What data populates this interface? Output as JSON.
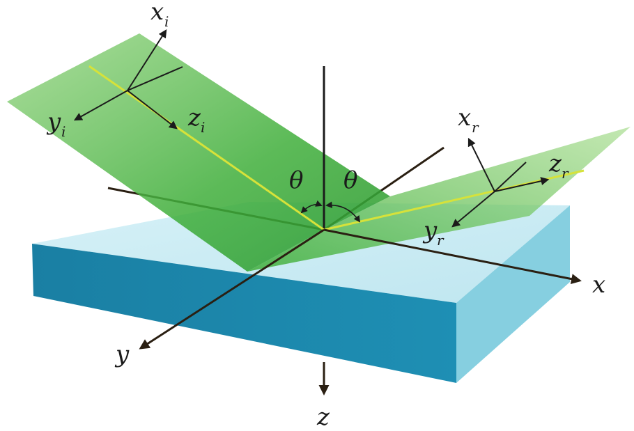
{
  "labels": {
    "incident": {
      "x": "x",
      "x_sub": "i",
      "y": "y",
      "y_sub": "i",
      "z": "z",
      "z_sub": "i"
    },
    "reflected": {
      "x": "x",
      "x_sub": "r",
      "y": "y",
      "y_sub": "r",
      "z": "z",
      "z_sub": "r"
    },
    "global_axes": {
      "x": "x",
      "y": "y",
      "z": "z"
    },
    "angle_incident": "θ",
    "angle_reflected": "θ"
  },
  "colors": {
    "slab_top": "#cdeef4",
    "slab_front": "#1a84a8",
    "slab_side": "#7ec9dc",
    "plane_green": "#5cc14a",
    "beam_line": "#d8e33a",
    "axis_line": "#1b1b1b"
  },
  "diagram": {
    "type": "optical reflection geometry",
    "elements": [
      "reflecting slab",
      "plane of incidence (incident)",
      "plane of incidence (reflected)",
      "incident frame",
      "reflected frame",
      "global axes"
    ]
  }
}
